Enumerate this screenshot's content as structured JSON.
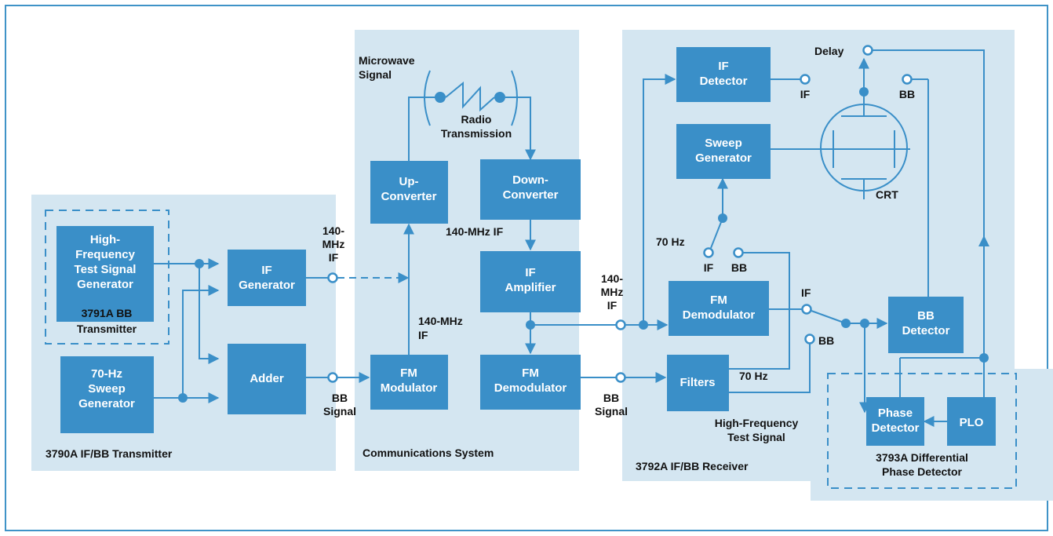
{
  "colors": {
    "block": "#3a8fc8",
    "panel": "#d4e6f1",
    "border": "#3f93c7",
    "text": "#111111"
  },
  "transmitter": {
    "panel_label": "3790A IF/BB Transmitter",
    "subpanel_label_1": "3791A BB",
    "subpanel_label_2": "Transmitter",
    "hf_gen": [
      "High-",
      "Frequency",
      "Test Signal",
      "Generator"
    ],
    "sweep_gen": [
      "70-Hz",
      "Sweep",
      "Generator"
    ],
    "if_gen": [
      "IF",
      "Generator"
    ],
    "adder": "Adder"
  },
  "comms": {
    "panel_label": "Communications System",
    "microwave": [
      "Microwave",
      "Signal"
    ],
    "radio": [
      "Radio",
      "Transmission"
    ],
    "up_converter": [
      "Up-",
      "Converter"
    ],
    "down_converter": [
      "Down-",
      "Converter"
    ],
    "if_amplifier": [
      "IF",
      "Amplifier"
    ],
    "fm_modulator": [
      "FM",
      "Modulator"
    ],
    "fm_demodulator": [
      "FM",
      "Demodulator"
    ],
    "mhz_if": "140-MHz IF",
    "mhz_if_2": [
      "140-MHz",
      "IF"
    ]
  },
  "receiver": {
    "panel_label": "3792A IF/BB Receiver",
    "if_detector": [
      "IF",
      "Detector"
    ],
    "sweep_gen": [
      "Sweep",
      "Generator"
    ],
    "fm_demodulator": [
      "FM",
      "Demodulator"
    ],
    "filters": "Filters",
    "bb_detector": [
      "BB",
      "Detector"
    ],
    "crt": "CRT",
    "delay": "Delay",
    "hf_test_signal": [
      "High-Frequency",
      "Test Signal"
    ]
  },
  "phase_detector": {
    "label": [
      "3793A Differential",
      "Phase Detector"
    ],
    "phase_det": [
      "Phase",
      "Detector"
    ],
    "plo": "PLO"
  },
  "signals": {
    "mhz_140_a": [
      "140-",
      "MHz",
      "IF"
    ],
    "mhz_140_b": [
      "140-",
      "MHz",
      "IF"
    ],
    "bb_signal_a": [
      "BB",
      "Signal"
    ],
    "bb_signal_b": [
      "BB",
      "Signal"
    ],
    "if": "IF",
    "bb": "BB",
    "hz70": "70 Hz"
  }
}
